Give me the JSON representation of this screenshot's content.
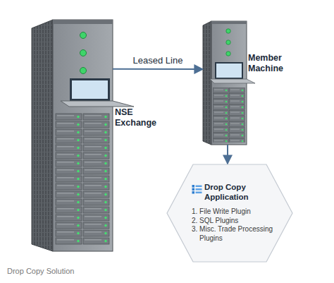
{
  "diagram": {
    "caption": "Drop Copy Solution",
    "nodes": [
      {
        "text": [
          "NSE Exchange"
        ]
      },
      {
        "text": [
          "Member Machine"
        ]
      },
      {
        "text": [
          "Drop Copy Application",
          "1. File Write Plugin",
          "2. SQL Plugins",
          "3. Misc. Trade Processing Plugins"
        ]
      }
    ],
    "edges": [
      {
        "from": 0,
        "to": 1,
        "label": "Leased Line",
        "arrow": "to"
      },
      {
        "from": 1,
        "to": 2,
        "arrow": "to"
      }
    ]
  }
}
